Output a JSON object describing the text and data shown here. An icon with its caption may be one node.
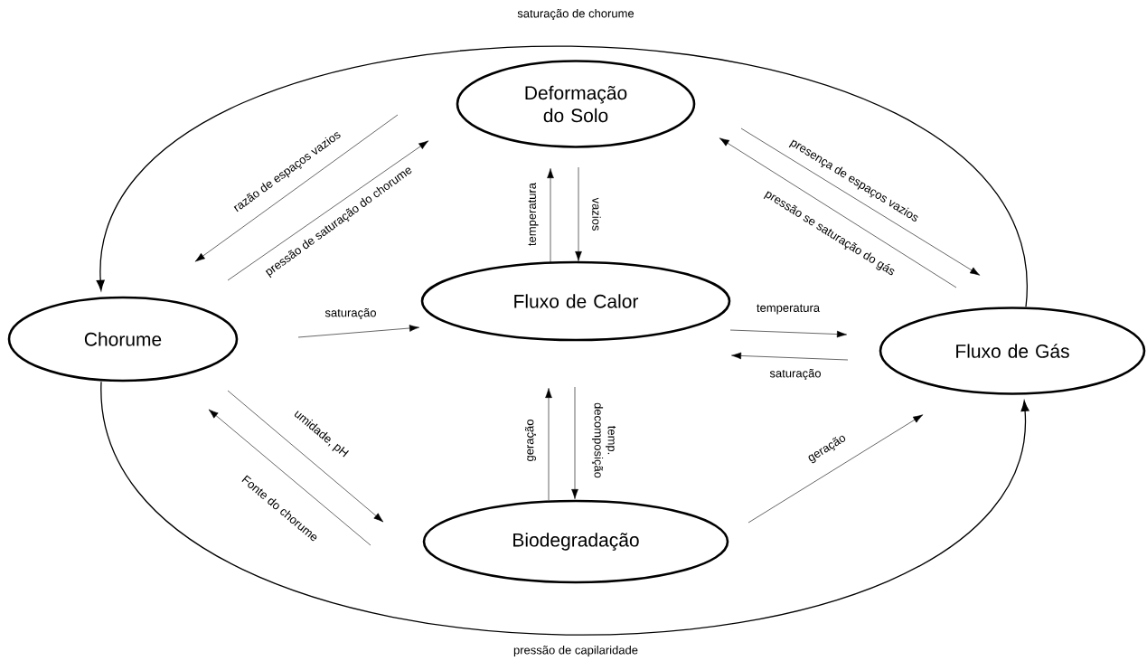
{
  "diagram": {
    "nodes": [
      {
        "text": [
          "Deformação do Solo"
        ]
      },
      {
        "text": [
          "Chorume"
        ]
      },
      {
        "text": [
          "Fluxo de Calor"
        ]
      },
      {
        "text": [
          "Fluxo de Gás"
        ]
      },
      {
        "text": [
          "Biodegradação"
        ]
      }
    ],
    "edges": [
      {
        "from": 3,
        "to": 1,
        "arrow": "to",
        "label": "saturação de chorume"
      },
      {
        "from": 1,
        "to": 3,
        "arrow": "to",
        "label": "pressão de capilaridade"
      },
      {
        "from": 0,
        "to": 1,
        "arrow": "to",
        "label": "razão de espaços vazios"
      },
      {
        "from": 1,
        "to": 0,
        "arrow": "to",
        "label": "pressão de saturação do chorume"
      },
      {
        "from": 2,
        "to": 0,
        "arrow": "to",
        "label": "temperatura"
      },
      {
        "from": 0,
        "to": 2,
        "arrow": "to",
        "label": "vazios"
      },
      {
        "from": 0,
        "to": 3,
        "arrow": "to",
        "label": "presença de espaços vazios"
      },
      {
        "from": 3,
        "to": 0,
        "arrow": "to",
        "label": "pressão se saturação do gás"
      },
      {
        "from": 1,
        "to": 2,
        "arrow": "to",
        "label": "saturação"
      },
      {
        "from": 2,
        "to": 3,
        "arrow": "to",
        "label": "temperatura"
      },
      {
        "from": 3,
        "to": 2,
        "arrow": "to",
        "label": "saturação"
      },
      {
        "from": 1,
        "to": 4,
        "arrow": "to",
        "label": "umidade, pH"
      },
      {
        "from": 4,
        "to": 1,
        "arrow": "to",
        "label": "Fonte do chorume"
      },
      {
        "from": 4,
        "to": 2,
        "arrow": "to",
        "label": "geração"
      },
      {
        "from": 2,
        "to": 4,
        "arrow": "to",
        "label": "temp. decomposição"
      },
      {
        "from": 4,
        "to": 3,
        "arrow": "to",
        "label": "geração"
      }
    ]
  }
}
